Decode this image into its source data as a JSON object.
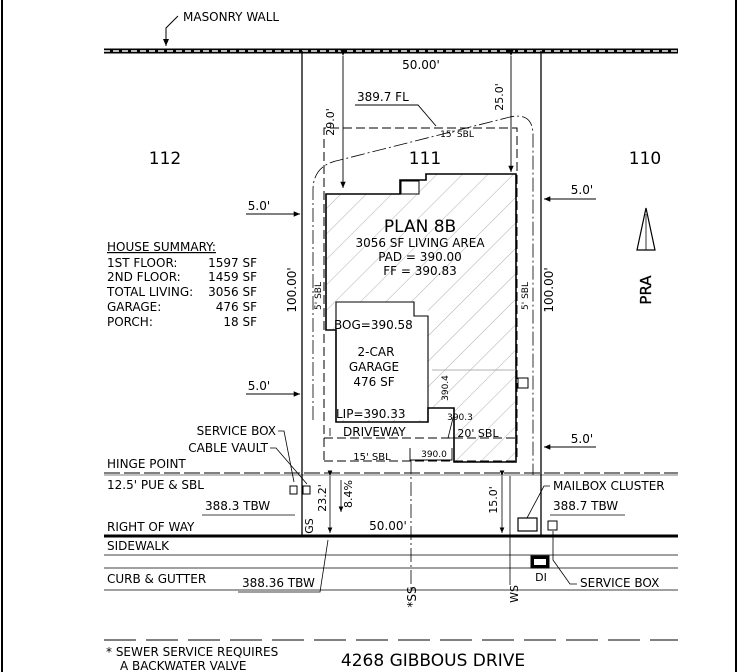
{
  "labels": {
    "masonry_wall": "MASONRY WALL",
    "lot_left": "112",
    "lot_center": "111",
    "lot_right": "110",
    "top_width": "50.00'",
    "bottom_width": "50.00'",
    "fl_elev": "389.7 FL",
    "rear_setback_left": "29.0'",
    "rear_setback_right": "25.0'",
    "rear_sbl": "15' SBL",
    "side_setback_left_top": "5.0'",
    "side_setback_right_top": "5.0'",
    "side_setback_left_bottom": "5.0'",
    "side_setback_right_bottom": "5.0'",
    "depth_left": "100.00'",
    "depth_right": "100.00'",
    "side_sbl_left": "5' SBL",
    "side_sbl_right": "5' SBL",
    "plan_name": "PLAN 8B",
    "living_area": "3056 SF LIVING AREA",
    "pad": "PAD = 390.00",
    "ff": "FF = 390.83",
    "bog": "BOG=390.58",
    "garage_line1": "2-CAR",
    "garage_line2": "GARAGE",
    "garage_area": "476 SF",
    "lip": "LIP=390.33",
    "elev_390_4": "390.4",
    "elev_390_3": "390.3",
    "front_sbl_garage": "20' SBL",
    "driveway": "DRIVEWAY",
    "elev_390_0": "390.0",
    "front_sbl": "15' SBL",
    "service_box_left": "SERVICE BOX",
    "cable_vault": "CABLE VAULT",
    "hinge_point": "HINGE POINT",
    "pue_sbl": "12.5' PUE & SBL",
    "tbw_left": "388.3 TBW",
    "right_of_way": "RIGHT OF WAY",
    "sidewalk": "SIDEWALK",
    "curb_gutter": "CURB & GUTTER",
    "tbw_bottom": "388.36 TBW",
    "dim_23_2": "23.2'",
    "slope": "8.4%",
    "gs": "GS",
    "ss": "*SS",
    "ws": "WS",
    "dim_15_0": "15.0'",
    "mailbox_cluster": "MAILBOX CLUSTER",
    "tbw_right": "388.7 TBW",
    "service_box_right": "SERVICE BOX",
    "di": "DI",
    "north_arrow": "PRA",
    "sewer_note_line1": "* SEWER SERVICE REQUIRES",
    "sewer_note_line2": "A BACKWATER VALVE",
    "street_address": "4268 GIBBOUS DRIVE"
  },
  "house_summary": {
    "title": "HOUSE SUMMARY:",
    "rows": [
      {
        "label": "1ST FLOOR:",
        "value": "1597 SF"
      },
      {
        "label": "2ND FLOOR:",
        "value": "1459 SF"
      },
      {
        "label": "TOTAL LIVING:",
        "value": "3056 SF"
      },
      {
        "label": "GARAGE:",
        "value": "476 SF"
      },
      {
        "label": "PORCH:",
        "value": "18 SF"
      }
    ]
  }
}
